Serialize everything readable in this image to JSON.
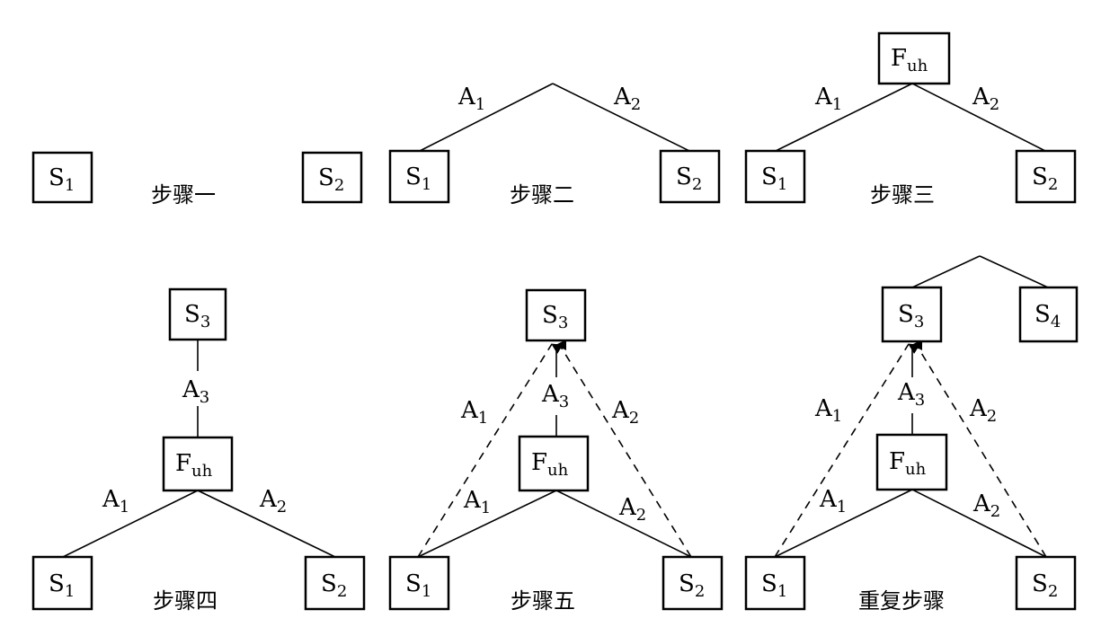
{
  "panels": [
    {
      "caption": "步骤一",
      "nodes": [
        {
          "base": "S",
          "sub": "1"
        },
        {
          "base": "S",
          "sub": "2"
        }
      ],
      "edge_labels": []
    },
    {
      "caption": "步骤二",
      "nodes": [
        {
          "base": "S",
          "sub": "1"
        },
        {
          "base": "S",
          "sub": "2"
        }
      ],
      "edge_labels": [
        {
          "base": "A",
          "sub": "1"
        },
        {
          "base": "A",
          "sub": "2"
        }
      ]
    },
    {
      "caption": "步骤三",
      "nodes": [
        {
          "base": "F",
          "sub": "uh"
        },
        {
          "base": "S",
          "sub": "1"
        },
        {
          "base": "S",
          "sub": "2"
        }
      ],
      "edge_labels": [
        {
          "base": "A",
          "sub": "1"
        },
        {
          "base": "A",
          "sub": "2"
        }
      ]
    },
    {
      "caption": "步骤四",
      "nodes": [
        {
          "base": "S",
          "sub": "3"
        },
        {
          "base": "F",
          "sub": "uh"
        },
        {
          "base": "S",
          "sub": "1"
        },
        {
          "base": "S",
          "sub": "2"
        }
      ],
      "edge_labels": [
        {
          "base": "A",
          "sub": "3"
        },
        {
          "base": "A",
          "sub": "1"
        },
        {
          "base": "A",
          "sub": "2"
        }
      ]
    },
    {
      "caption": "步骤五",
      "nodes": [
        {
          "base": "S",
          "sub": "3"
        },
        {
          "base": "F",
          "sub": "uh"
        },
        {
          "base": "S",
          "sub": "1"
        },
        {
          "base": "S",
          "sub": "2"
        }
      ],
      "edge_labels": [
        {
          "base": "A",
          "sub": "1"
        },
        {
          "base": "A",
          "sub": "3"
        },
        {
          "base": "A",
          "sub": "2"
        },
        {
          "base": "A",
          "sub": "1"
        },
        {
          "base": "A",
          "sub": "2"
        }
      ]
    },
    {
      "caption": "重复步骤",
      "nodes": [
        {
          "base": "S",
          "sub": "3"
        },
        {
          "base": "S",
          "sub": "4"
        },
        {
          "base": "F",
          "sub": "uh"
        },
        {
          "base": "S",
          "sub": "1"
        },
        {
          "base": "S",
          "sub": "2"
        }
      ],
      "edge_labels": [
        {
          "base": "A",
          "sub": "1"
        },
        {
          "base": "A",
          "sub": "3"
        },
        {
          "base": "A",
          "sub": "2"
        },
        {
          "base": "A",
          "sub": "1"
        },
        {
          "base": "A",
          "sub": "2"
        }
      ]
    }
  ]
}
